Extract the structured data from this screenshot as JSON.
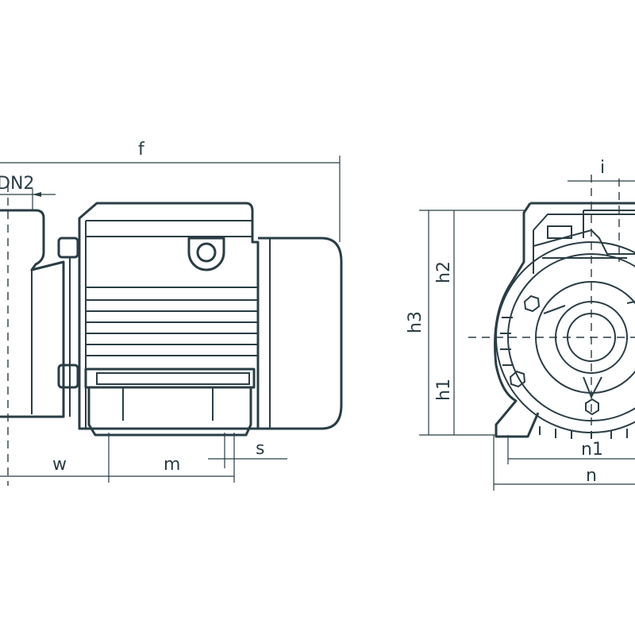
{
  "drawing": {
    "line_color": "#2a3d45",
    "side_view": {
      "labels": {
        "f": "f",
        "dn2": "DN2",
        "w": "w",
        "m": "m",
        "s": "s"
      }
    },
    "front_view": {
      "labels": {
        "i": "i",
        "h1": "h1",
        "h2": "h2",
        "h3": "h3",
        "n1": "n1",
        "n": "n"
      }
    }
  }
}
